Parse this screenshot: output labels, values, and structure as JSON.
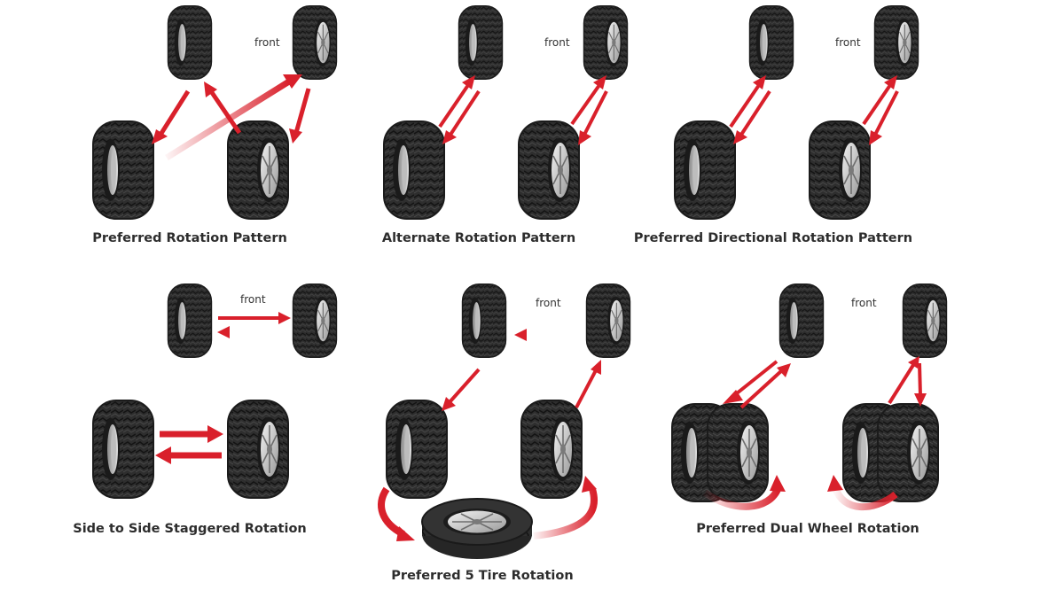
{
  "front_label": "front",
  "colors": {
    "arrow": "#d9202b",
    "tire": "#3a3a3a",
    "tread": "#262626",
    "rim": "#cfcfcf"
  },
  "diagrams": [
    {
      "id": "preferred",
      "caption": "Preferred Rotation Pattern"
    },
    {
      "id": "alternate",
      "caption": "Alternate Rotation Pattern"
    },
    {
      "id": "directional",
      "caption": "Preferred Directional Rotation Pattern"
    },
    {
      "id": "side-to-side",
      "caption": "Side to Side Staggered Rotation"
    },
    {
      "id": "five-tire",
      "caption": "Preferred 5 Tire Rotation"
    },
    {
      "id": "dual-wheel",
      "caption": "Preferred Dual Wheel Rotation"
    }
  ]
}
